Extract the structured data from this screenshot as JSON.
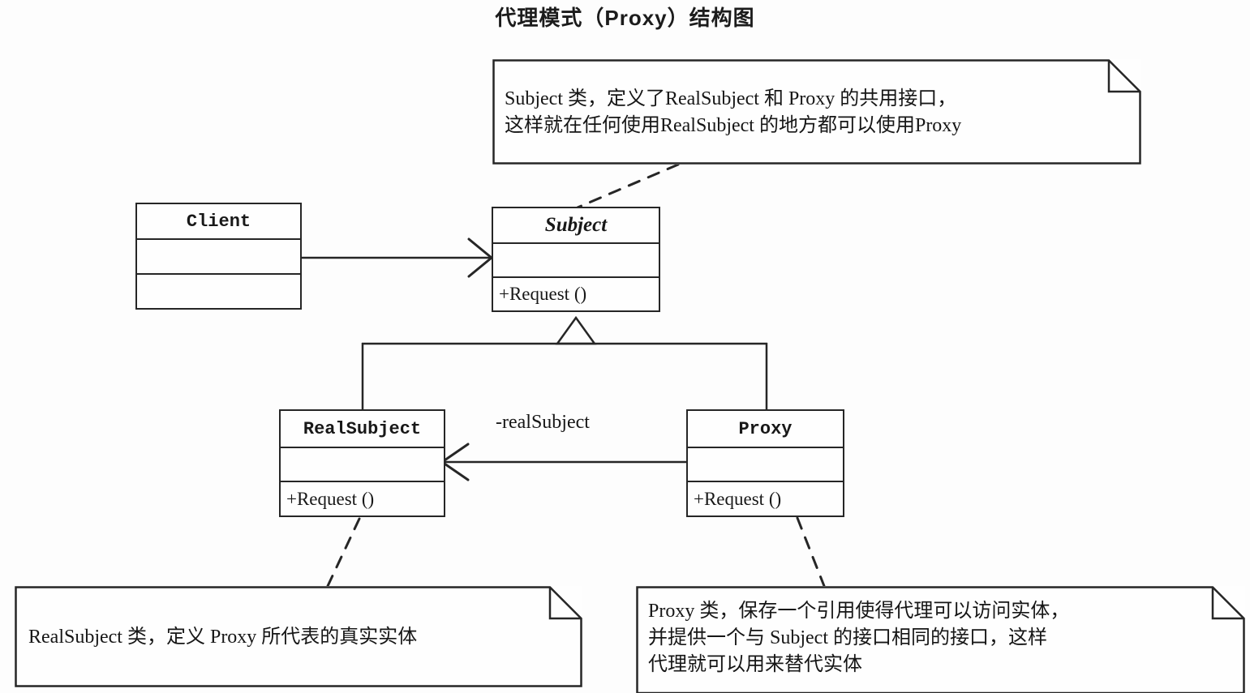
{
  "title": "代理模式（Proxy）结构图",
  "classes": {
    "client": {
      "name": "Client",
      "attributes": "",
      "operations": ""
    },
    "subject": {
      "name": "Subject",
      "attributes": "",
      "operations": "+Request ()"
    },
    "real_subject": {
      "name": "RealSubject",
      "attributes": "",
      "operations": "+Request ()"
    },
    "proxy": {
      "name": "Proxy",
      "attributes": "",
      "operations": "+Request ()"
    }
  },
  "notes": {
    "subject_note": {
      "line1": "Subject 类，定义了RealSubject 和 Proxy 的共用接口，",
      "line2": "这样就在任何使用RealSubject 的地方都可以使用Proxy"
    },
    "real_subject_note": {
      "line1": "RealSubject 类，定义 Proxy 所代表的真实实体"
    },
    "proxy_note": {
      "line1": "Proxy 类，保存一个引用使得代理可以访问实体，",
      "line2": "并提供一个与 Subject 的接口相同的接口，这样",
      "line3": "代理就可以用来替代实体"
    }
  },
  "relations": {
    "client_to_subject_label": "",
    "proxy_to_real_subject_label": "-realSubject"
  },
  "colors": {
    "line": "#262626",
    "text": "#161616",
    "background": "#fdfdfd"
  }
}
